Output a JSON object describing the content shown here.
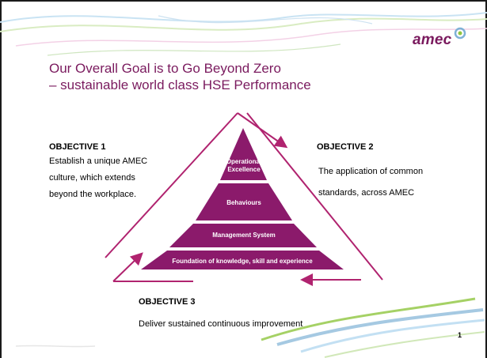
{
  "slide": {
    "logo_text": "amec",
    "title_line1": "Our Overall Goal is to Go Beyond Zero",
    "title_line2": "– sustainable world class HSE Performance",
    "page_number": "1"
  },
  "objectives": [
    {
      "heading": "OBJECTIVE 1",
      "lines": [
        "Establish a unique AMEC",
        "culture, which extends",
        "beyond the workplace."
      ]
    },
    {
      "heading": "OBJECTIVE 2",
      "lines": [
        "The application of common",
        "standards, across AMEC"
      ]
    },
    {
      "heading": "OBJECTIVE 3",
      "lines": [
        "Deliver sustained continuous improvement"
      ]
    }
  ],
  "pyramid": {
    "tiers": [
      {
        "label_lines": [
          "Operational",
          "Excellence"
        ]
      },
      {
        "label_lines": [
          "Behaviours"
        ]
      },
      {
        "label_lines": [
          "Management System"
        ]
      },
      {
        "label_lines": [
          "Foundation of knowledge, skill and experience"
        ]
      }
    ]
  },
  "colors": {
    "brand": "#7a1a5e",
    "pyramid_fill": "#8b1a6b",
    "arrow": "#b0236f",
    "swoosh_green": "#8fc63f",
    "swoosh_blue": "#7fb2d6"
  }
}
